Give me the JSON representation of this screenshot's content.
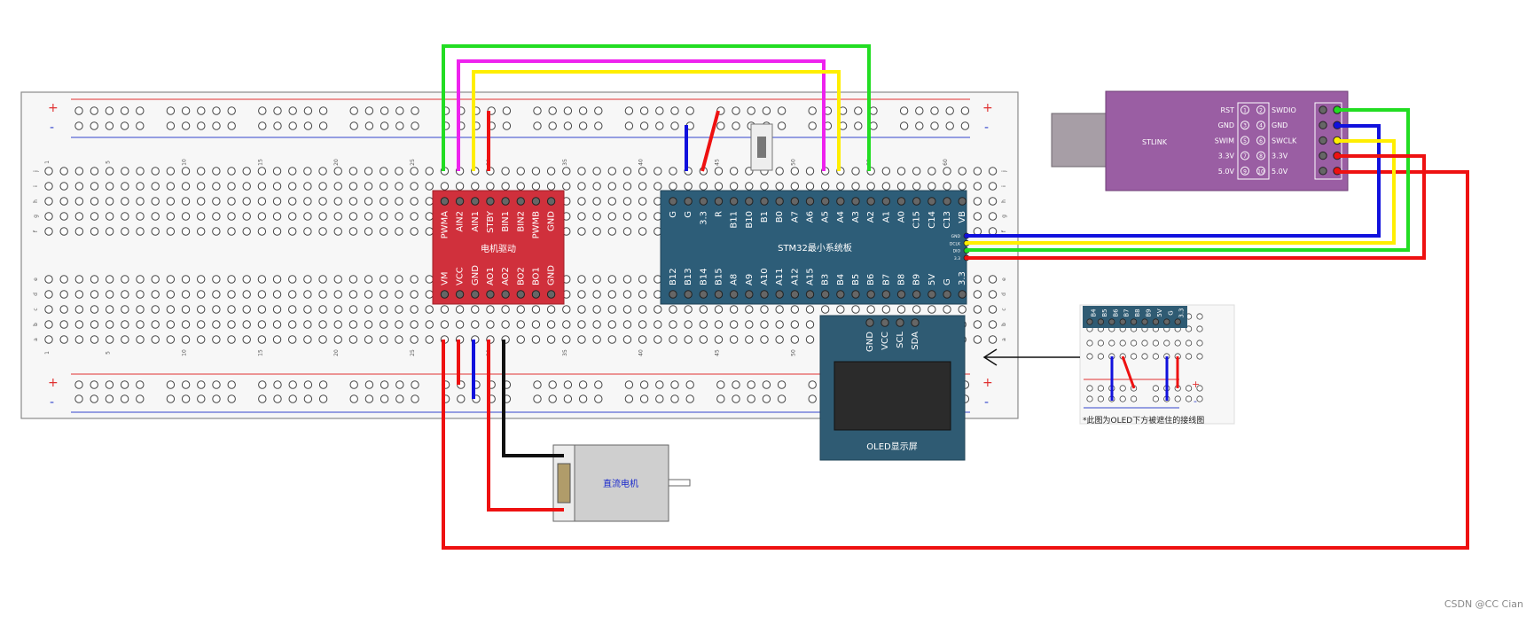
{
  "colors": {
    "board_bg": "#f7f7f7",
    "board_border": "#888888",
    "rail_red": "#e03030",
    "rail_blue": "#3344cc",
    "driver_red": "#d0303c",
    "stm32_blue": "#2d5d78",
    "oled_blue": "#2f5b73",
    "stlink_purple": "#9a5ea3",
    "wire_green": "#22dd22",
    "wire_magenta": "#ee22ee",
    "wire_yellow": "#ffee00",
    "wire_red": "#ee1111",
    "wire_blue": "#1111dd",
    "wire_black": "#111111"
  },
  "breadboard": {
    "rail_plus": "+",
    "rail_minus": "-",
    "row_letters_left": [
      "j",
      "i",
      "h",
      "g",
      "f",
      "e",
      "d",
      "c",
      "b",
      "a"
    ],
    "col_numbers": [
      "1",
      "5",
      "10",
      "15",
      "20",
      "25",
      "30",
      "35",
      "40",
      "45",
      "50",
      "55",
      "60"
    ]
  },
  "motor_driver": {
    "title": "电机驱动",
    "top_pins": [
      "PWMA",
      "AIN2",
      "AIN1",
      "STBY",
      "BIN1",
      "BIN2",
      "PWMB",
      "GND"
    ],
    "bottom_pins": [
      "VM",
      "VCC",
      "GND",
      "AO1",
      "AO2",
      "BO2",
      "BO1",
      "GND"
    ]
  },
  "stm32": {
    "title": "STM32最小系统板",
    "top_pins": [
      "G",
      "G",
      "3.3",
      "R",
      "B11",
      "B10",
      "B1",
      "B0",
      "A7",
      "A6",
      "A5",
      "A4",
      "A3",
      "A2",
      "A1",
      "A0",
      "C15",
      "C14",
      "C13",
      "VB"
    ],
    "bottom_pins": [
      "B12",
      "B13",
      "B14",
      "B15",
      "A8",
      "A9",
      "A10",
      "A11",
      "A12",
      "A15",
      "B3",
      "B4",
      "B5",
      "B6",
      "B7",
      "B8",
      "B9",
      "5V",
      "G",
      "3.3"
    ],
    "side_pins": [
      "GND",
      "DCLK",
      "DIO",
      "3.3"
    ]
  },
  "oled": {
    "title": "OLED显示屏",
    "pins": [
      "GND",
      "VCC",
      "SCL",
      "SDA"
    ]
  },
  "motor": {
    "label": "直流电机"
  },
  "stlink": {
    "name": "STLINK",
    "left_labels": [
      "RST",
      "GND",
      "SWIM",
      "3.3V",
      "5.0V"
    ],
    "right_labels": [
      "SWDIO",
      "GND",
      "SWCLK",
      "3.3V",
      "5.0V"
    ],
    "pin_numbers_left": [
      "1",
      "3",
      "5",
      "7",
      "9"
    ],
    "pin_numbers_right": [
      "2",
      "4",
      "6",
      "8",
      "10"
    ]
  },
  "inset": {
    "pins": [
      "B4",
      "B5",
      "B6",
      "B7",
      "B8",
      "B9",
      "5V",
      "G",
      "3.3"
    ],
    "caption": "*此图为OLED下方被遮住的接线图",
    "plus": "+",
    "minus": "-"
  },
  "watermark": "CSDN @CC Cian"
}
